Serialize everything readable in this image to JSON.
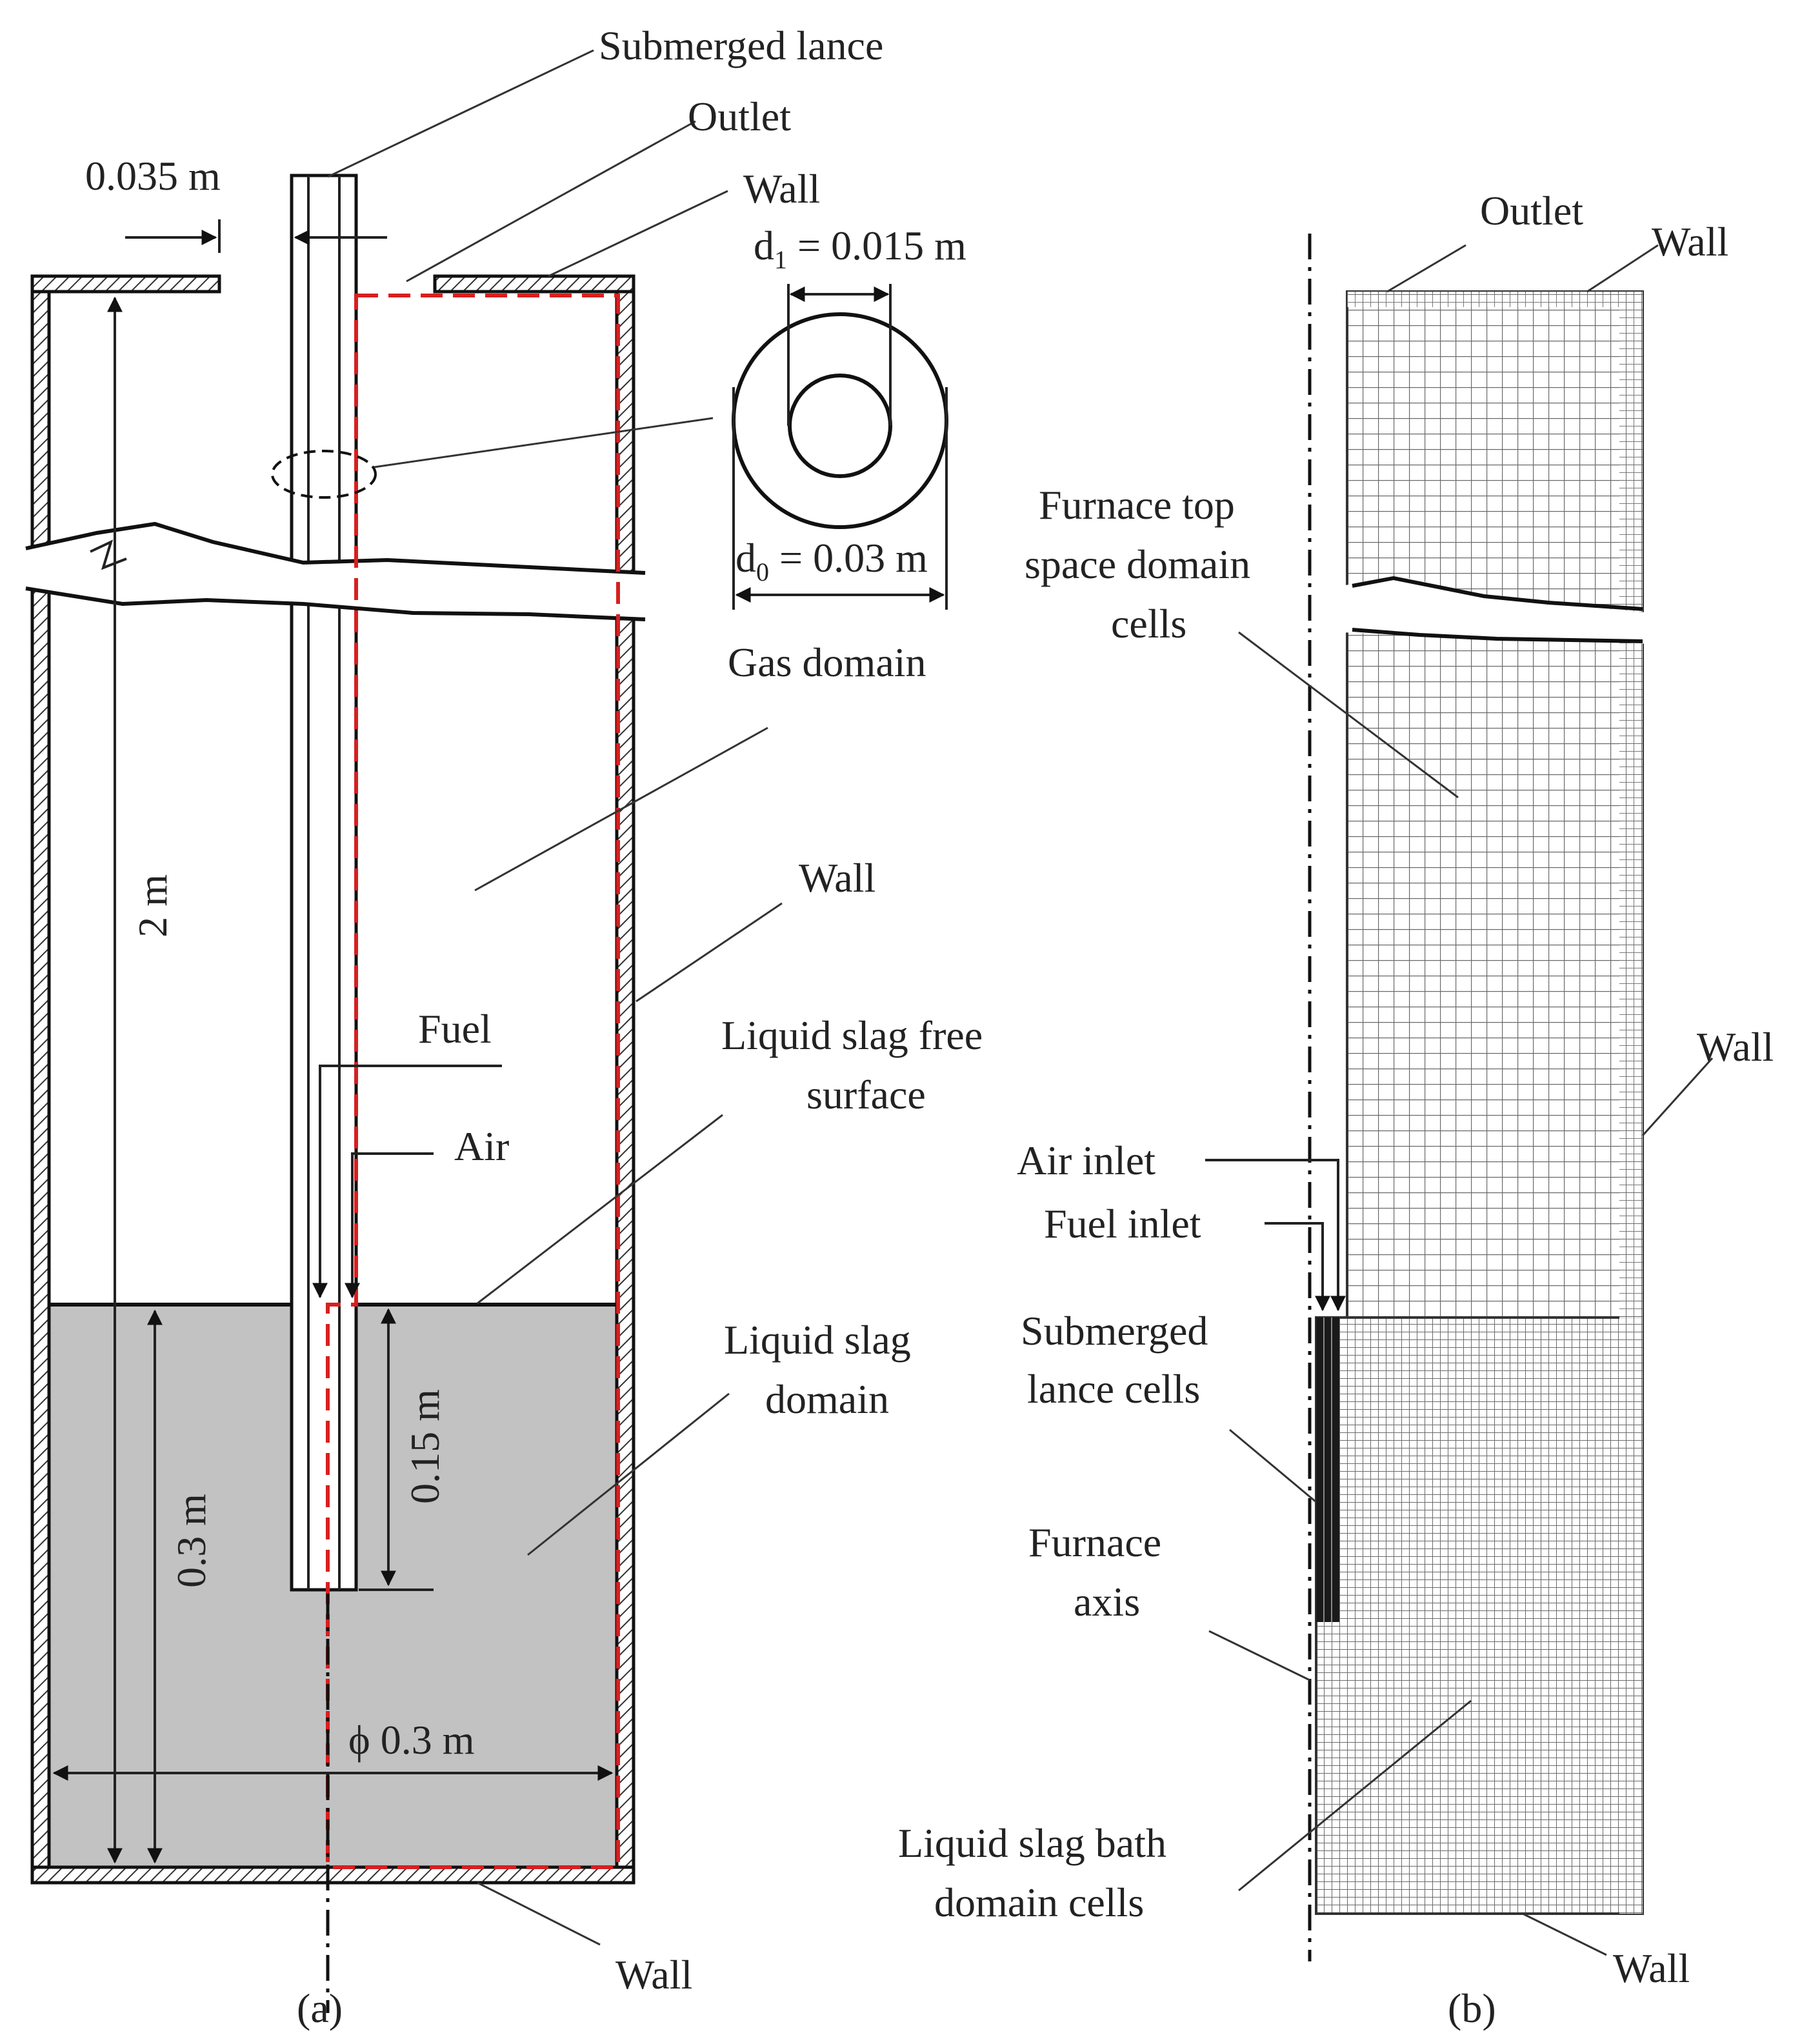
{
  "panel_a": {
    "caption": "(a)",
    "labels": {
      "submerged_lance": "Submerged lance",
      "outlet": "Outlet",
      "wall_top": "Wall",
      "dim_0035": "0.035 m",
      "d1_prefix": "d",
      "d1_sub": "1",
      "d1_value": " = 0.015 m",
      "d0_prefix": "d",
      "d0_sub": "0",
      "d0_value": " = 0.03 m",
      "gas_domain": "Gas domain",
      "wall_right": "Wall",
      "height_2m": "2 m",
      "fuel": "Fuel",
      "air": "Air",
      "free_surface_1": "Liquid slag free",
      "free_surface_2": "surface",
      "slag_domain_1": "Liquid slag",
      "slag_domain_2": "domain",
      "depth_015": "0.15 m",
      "depth_03": "0.3 m",
      "diameter": "ϕ 0.3 m",
      "wall_bottom": "Wall"
    }
  },
  "panel_b": {
    "caption": "(b)",
    "labels": {
      "outlet": "Outlet",
      "wall_top": "Wall",
      "top_space_1": "Furnace top",
      "top_space_2": "space domain",
      "top_space_3": "cells",
      "wall_right": "Wall",
      "air_inlet": "Air inlet",
      "fuel_inlet": "Fuel inlet",
      "lance_cells_1": "Submerged",
      "lance_cells_2": "lance cells",
      "furnace_axis_1": "Furnace",
      "furnace_axis_2": "axis",
      "bath_cells_1": "Liquid slag bath",
      "bath_cells_2": "domain cells",
      "wall_bottom": "Wall"
    }
  },
  "colors": {
    "slag_fill": "#c2c2c2",
    "dashed_domain": "#d81f1f",
    "mesh_line": "#6a6a6a"
  }
}
